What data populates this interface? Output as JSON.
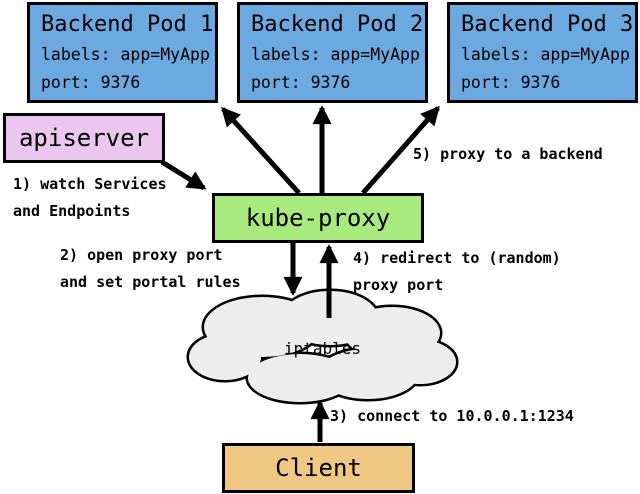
{
  "colors": {
    "pod_fill": "#6ca9e0",
    "apiserver_fill": "#ebc7f0",
    "kube_proxy_fill": "#a9ea7f",
    "client_fill": "#efc983",
    "cloud_fill": "#ededed",
    "border": "#000000",
    "background": "#ffffff"
  },
  "pods": [
    {
      "title": "Backend Pod 1",
      "labels": "labels: app=MyApp",
      "port": "port: 9376"
    },
    {
      "title": "Backend Pod 2",
      "labels": "labels: app=MyApp",
      "port": "port: 9376"
    },
    {
      "title": "Backend Pod 3",
      "labels": "labels: app=MyApp",
      "port": "port: 9376"
    }
  ],
  "nodes": {
    "apiserver": "apiserver",
    "kube_proxy": "kube-proxy",
    "iptables": "iptables",
    "client": "Client"
  },
  "annotations": {
    "step1": "1) watch Services\nand Endpoints",
    "step2": "2) open proxy port\nand set portal rules",
    "step3": "3) connect to 10.0.0.1:1234",
    "step4": "4) redirect to (random)\nproxy port",
    "step5": "5) proxy to a backend"
  }
}
